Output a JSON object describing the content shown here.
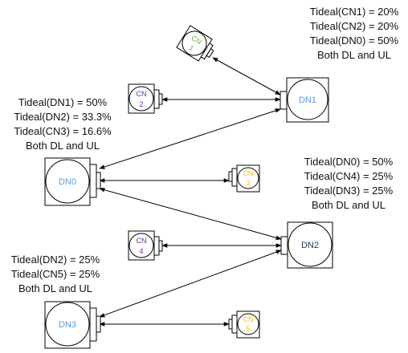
{
  "colors": {
    "dn": "#5B9BD5",
    "dn_dark": "#1F3864",
    "cn_green": "#70AD47",
    "cn_purple": "#7030A0",
    "cn_yellow": "#FFC000",
    "line": "#000000"
  },
  "nodes": {
    "DN0": {
      "label": "DN0"
    },
    "DN1": {
      "label": "DN1"
    },
    "DN2": {
      "label": "DN2"
    },
    "DN3": {
      "label": "DN3"
    },
    "CN1": {
      "label_top": "CN",
      "label_num": "1"
    },
    "CN2": {
      "label_top": "CN",
      "label_num": "2"
    },
    "CN3": {
      "label_top": "CN",
      "label_num": "3"
    },
    "CN4": {
      "label_top": "CN",
      "label_num": "4"
    },
    "CN5": {
      "label_top": "CN",
      "label_num": "5"
    }
  },
  "annotations": {
    "dn1": [
      "Tideal(CN1) = 20%",
      "Tideal(CN2) = 20%",
      "Tideal(DN0) = 50%",
      "Both DL and UL"
    ],
    "dn0": [
      "Tideal(DN1) = 50%",
      "Tideal(DN2) = 33.3%",
      "Tideal(CN3) = 16.6%",
      "Both DL and UL"
    ],
    "dn2": [
      "Tideal(DN0) = 50%",
      "Tideal(CN4) = 25%",
      "Tideal(DN3) = 25%",
      "Both DL and UL"
    ],
    "dn3": [
      "Tideal(DN2) = 25%",
      "Tideal(CN5) = 25%",
      "Both DL and UL"
    ]
  }
}
